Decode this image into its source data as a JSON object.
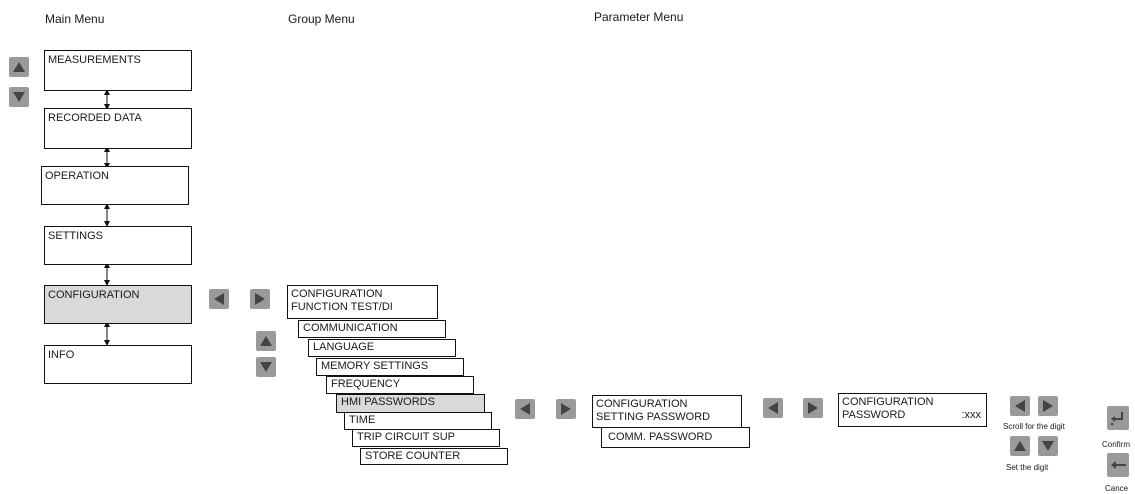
{
  "headers": {
    "main": "Main Menu",
    "group": "Group Menu",
    "parameter": "Parameter Menu"
  },
  "main_menu": [
    {
      "label": "MEASUREMENTS",
      "selected": false
    },
    {
      "label": "RECORDED DATA",
      "selected": false
    },
    {
      "label": "OPERATION",
      "selected": false
    },
    {
      "label": "SETTINGS",
      "selected": false
    },
    {
      "label": "CONFIGURATION",
      "selected": true
    },
    {
      "label": "INFO",
      "selected": false
    }
  ],
  "group_menu": [
    {
      "label": "CONFIGURATION\nFUNCTION TEST/DI"
    },
    {
      "label": "COMMUNICATION"
    },
    {
      "label": "LANGUAGE"
    },
    {
      "label": "MEMORY SETTINGS"
    },
    {
      "label": "FREQUENCY"
    },
    {
      "label": "HMI PASSWORDS",
      "selected": true
    },
    {
      "label": "TIME"
    },
    {
      "label": "TRIP CIRCUIT SUP"
    },
    {
      "label": "STORE COUNTER"
    }
  ],
  "parameter_menu": [
    {
      "label": "CONFIGURATION\nSETTING PASSWORD"
    },
    {
      "label": "COMM. PASSWORD"
    }
  ],
  "password_box": {
    "line1": "CONFIGURATION",
    "line2": "PASSWORD",
    "value": ":xxx"
  },
  "labels": {
    "scroll": "Scroll for the digit",
    "set": "Set the digit",
    "confirm": "Confirm",
    "cancel": "Cance"
  },
  "colors": {
    "button": "#9a9a9a",
    "selected": "#d9d9d9"
  }
}
